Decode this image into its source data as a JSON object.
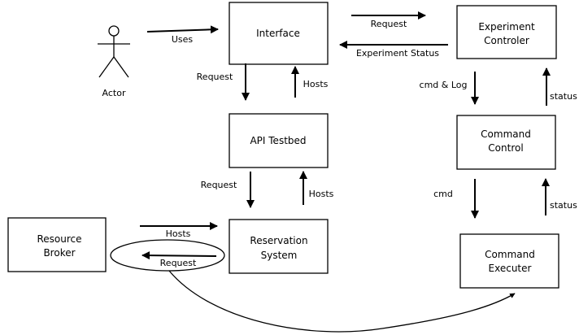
{
  "actor": {
    "label": "Actor"
  },
  "nodes": {
    "interface": {
      "label": "Interface"
    },
    "experiment_controller": {
      "line1": "Experiment",
      "line2": "Controler"
    },
    "api_testbed": {
      "label": "API Testbed"
    },
    "command_control": {
      "line1": "Command",
      "line2": "Control"
    },
    "resource_broker": {
      "line1": "Resource",
      "line2": "Broker"
    },
    "reservation_system": {
      "line1": "Reservation",
      "line2": "System"
    },
    "command_executer": {
      "line1": "Command",
      "line2": "Executer"
    }
  },
  "edges": {
    "actor_to_interface": "Uses",
    "interface_to_experiment": "Request",
    "experiment_to_interface": "Experiment Status",
    "interface_to_api": "Request",
    "api_to_interface": "Hosts",
    "experiment_to_command_control": "cmd & Log",
    "command_control_to_experiment": "status",
    "api_to_reservation": "Request",
    "reservation_to_api": "Hosts",
    "command_control_to_executer": "cmd",
    "executer_to_command_control": "status",
    "broker_to_reservation": "Hosts",
    "reservation_to_broker": "Request"
  }
}
